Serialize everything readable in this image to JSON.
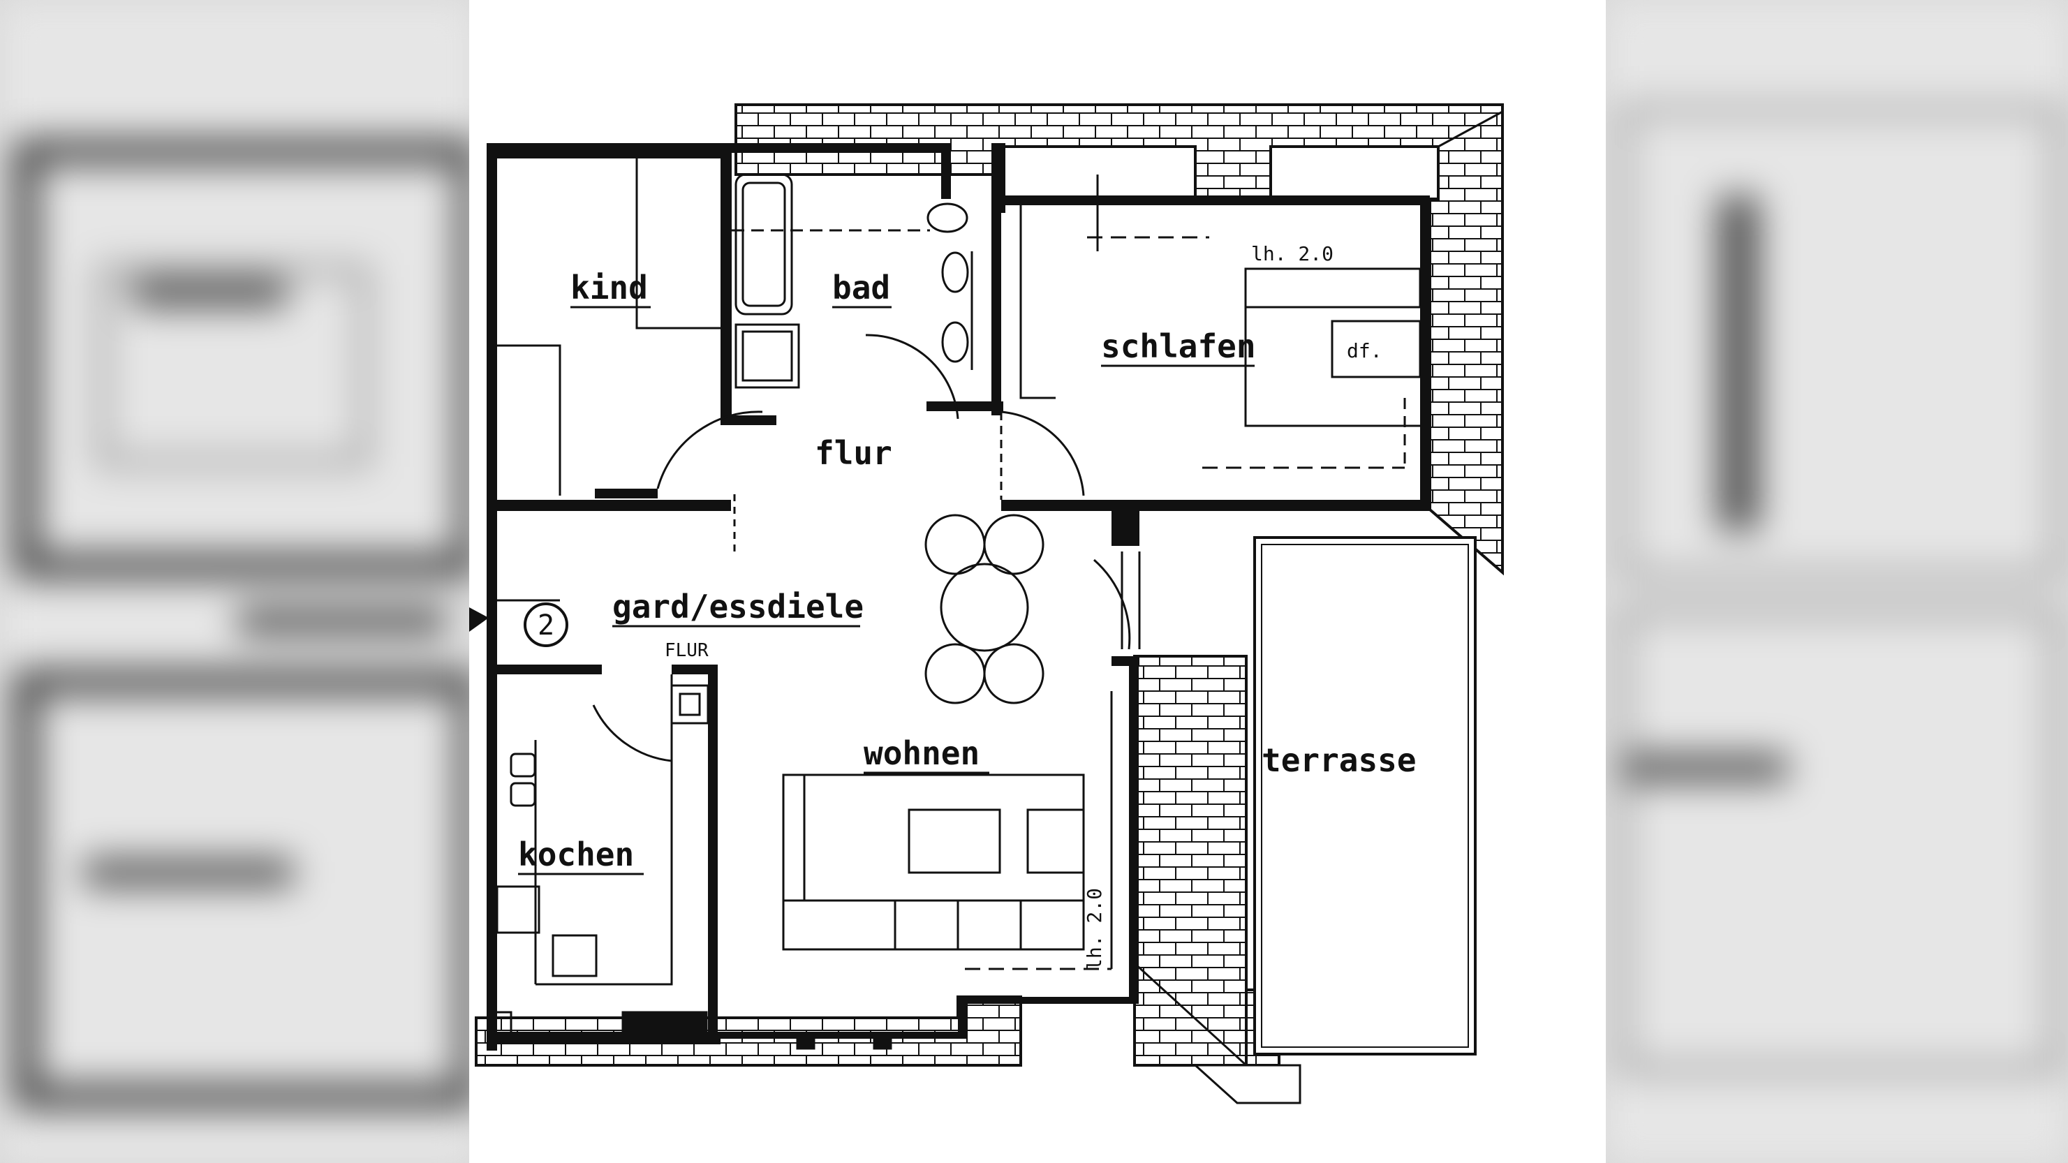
{
  "plan": {
    "rooms": {
      "kind": "kind",
      "bad": "bad",
      "schlafen": "schlafen",
      "flur": "flur",
      "diele": "gard/essdiele",
      "diele_sub": "FLUR",
      "wohnen": "wohnen",
      "kochen": "kochen",
      "terrasse": "terrasse"
    },
    "annotations": {
      "height_schlafen": "lh. 2.0",
      "height_wohnen": "lh. 2.0",
      "dormer_label": "df.",
      "entrance_number": "2"
    }
  },
  "colors": {
    "ink": "#111111",
    "paper": "#ffffff",
    "backdrop": "#d9d9d9"
  }
}
